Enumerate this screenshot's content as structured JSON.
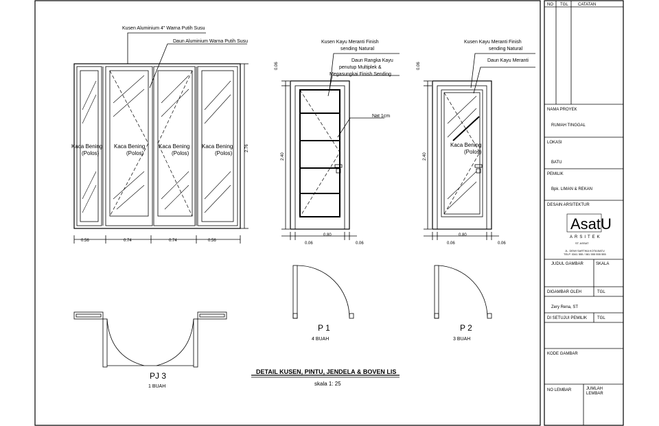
{
  "sheet": {
    "title": "DETAIL KUSEN, PINTU, JENDELA & BOVEN LIS",
    "scale": "skala 1: 25"
  },
  "pj3": {
    "label_frame": "Kusen Aluminium 4\" Warna Putih Susu",
    "label_leaf": "Daun Aluminium Warna Putih Susu",
    "glass": [
      "Kaca Bening",
      "(Polos)"
    ],
    "dims": [
      "0.56",
      "0.74",
      "0.74",
      "0.56"
    ],
    "height": "2.76",
    "name": "PJ 3",
    "qty": "1 BUAH"
  },
  "p1": {
    "label_frame": [
      "Kusen Kayu Meranti Finish",
      "sending Natural"
    ],
    "label_leaf": [
      "Daun Rangka Kayu",
      "penutup Multiplek &",
      "Megasungkai Finish Sending"
    ],
    "label_groove": "Nat 1cm",
    "top_dim": "0.06",
    "height": "2.40",
    "dims": [
      "0.06",
      "0.80",
      "0.06"
    ],
    "name": "P 1",
    "qty": "4 BUAH"
  },
  "p2": {
    "label_frame": [
      "Kusen Kayu Meranti Finish",
      "sending Natural"
    ],
    "label_leaf": "Daun Kayu Meranti",
    "glass": [
      "Kaca Bening",
      "(Polos)"
    ],
    "top_dim": "0.06",
    "height": "2.40",
    "dims": [
      "0.06",
      "0.80",
      "0.06"
    ],
    "name": "P 2",
    "qty": "3 BUAH"
  },
  "titleblock": {
    "no": "NO",
    "tgl": "TGL",
    "catatan": "CATATAN",
    "nama_proyek_label": "NAMA PROYEK",
    "nama_proyek": "RUMAH TINGGAL",
    "lokasi_label": "LOKASI",
    "lokasi": "BATU",
    "pemilik_label": "PEMILIK",
    "pemilik": "Bpk. LIMAN & REKAN",
    "desain_label": "DESAIN ARSITEKTUR",
    "logo": "AsatU",
    "logo_sub": "ARSITEK",
    "logo_line1": "ST. ASSAT",
    "logo_line2": "JL. DEWI SARTIKA KOTA BATU",
    "logo_line3": "TELP. 0341 555 / 081 555 555 555",
    "judul_label": "JUDUL GAMBAR",
    "skala_label": "SKALA",
    "digambar_label": "DIGAMBAR OLEH",
    "tgl2": "TGL",
    "digambar": "Zery Rena, ST",
    "disetujui_label": "DI SETUJUI PEMILIK",
    "tgl3": "TGL",
    "kode_label": "KODE GAMBAR",
    "no_lembar_label": "NO LEMBAR",
    "jumlah_label": "JUMLAH",
    "lembar_label": "LEMBAR"
  }
}
